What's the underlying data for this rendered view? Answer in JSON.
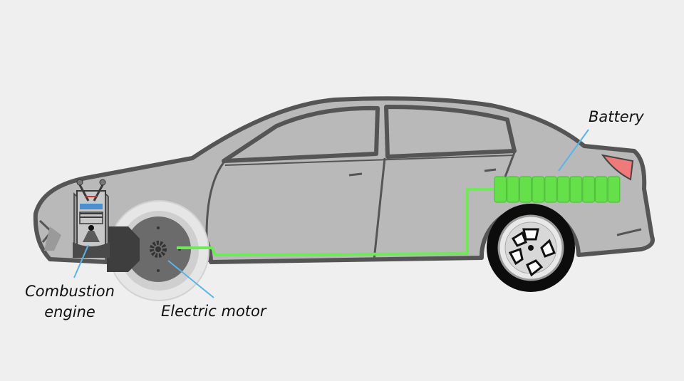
{
  "labels": {
    "battery": "Battery",
    "combustion_line1": "Combustion",
    "combustion_line2": "engine",
    "motor": "Electric motor"
  },
  "colors": {
    "background": "#efefef",
    "body": "#b9b9b9",
    "outline": "#555555",
    "battery": "#66e04a",
    "wire": "#6fe85a",
    "pointer": "#5ab4e8",
    "taillight": "#f07a7a"
  },
  "battery": {
    "cell_count": 10
  }
}
